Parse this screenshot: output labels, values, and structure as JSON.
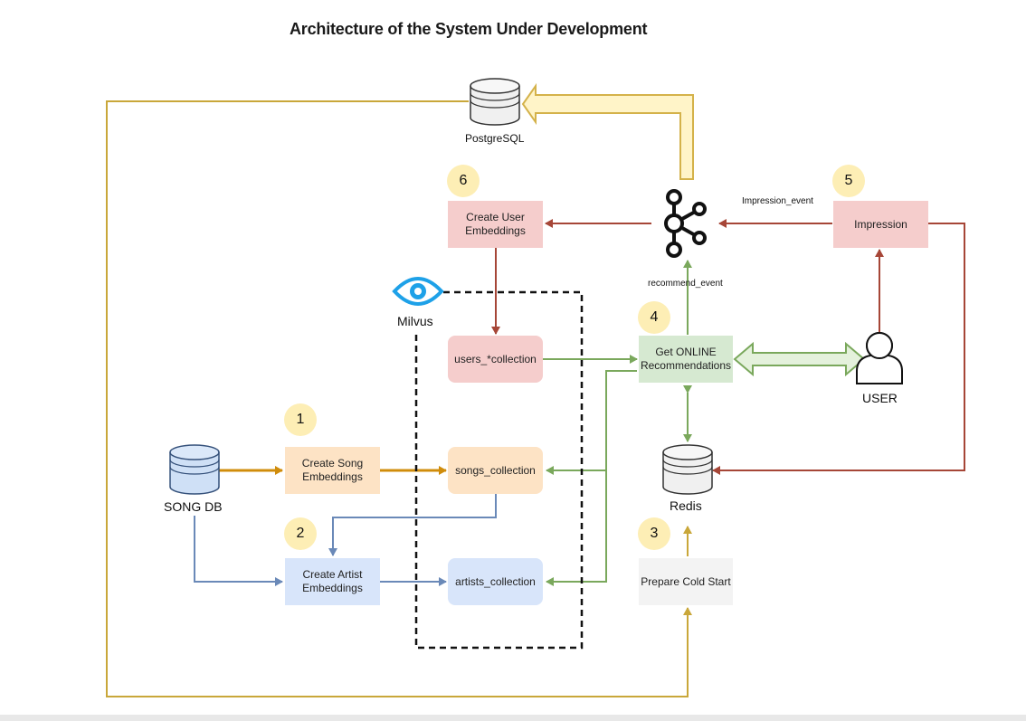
{
  "title": "Architecture of the System Under Development",
  "nodes": {
    "postgres": "PostgreSQL",
    "song_db": "SONG DB",
    "redis": "Redis",
    "milvus": "Milvus",
    "user": "USER",
    "create_user_embeddings": "Create User\nEmbeddings",
    "impression": "Impression",
    "users_collection": "users_*collection",
    "get_online_recommendations": "Get ONLINE\nRecommendations",
    "create_song_embeddings": "Create Song\nEmbeddings",
    "songs_collection": "songs_collection",
    "create_artist_embeddings": "Create Artist\nEmbeddings",
    "artists_collection": "artists_collection",
    "prepare_cold_start": "Prepare Cold Start"
  },
  "edge_labels": {
    "impression_event": "Impression_event",
    "recommend_event": "recommend_event"
  },
  "steps": [
    "1",
    "2",
    "3",
    "4",
    "5",
    "6"
  ],
  "colors": {
    "orange_fill": "#fde3c5",
    "red_fill": "#f5cdcc",
    "blue_fill": "#d8e5fa",
    "green_fill": "#d6e9d1",
    "gray_fill": "#f3f3f3",
    "badge": "#fdeeb5",
    "gold_line": "#c9a73a",
    "orange_line": "#d08c0b",
    "red_line": "#a64637",
    "green_line": "#7aa85c",
    "blue_line": "#6a89b8",
    "milvus_blue": "#1ea1e8"
  }
}
